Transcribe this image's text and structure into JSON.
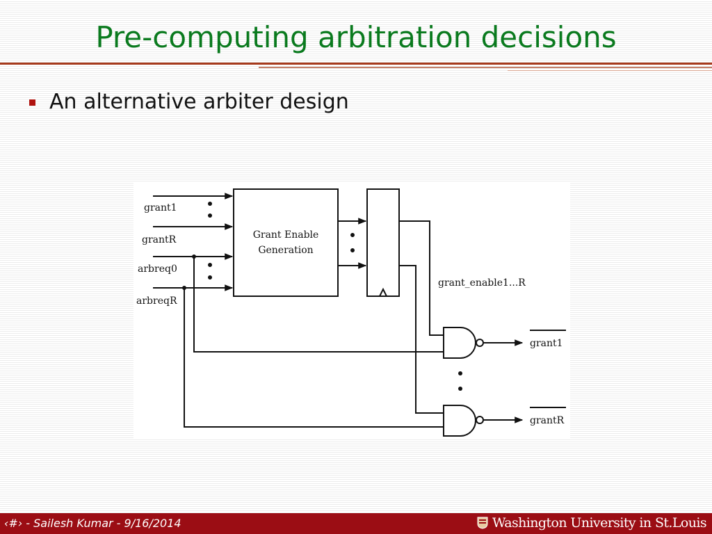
{
  "slide": {
    "title": "Pre-computing arbitration decisions",
    "bullets": [
      {
        "text": "An alternative arbiter design"
      }
    ]
  },
  "diagram": {
    "inputs": [
      "grant1",
      "grantR",
      "arbreq0",
      "arbreqR"
    ],
    "block_label_line1": "Grant Enable",
    "block_label_line2": "Generation",
    "bus_label": "grant_enable1...R",
    "outputs": [
      "grant1",
      "grantR"
    ]
  },
  "footer": {
    "left_text": "‹#› - Sailesh Kumar - 9/16/2014",
    "logo_text": "Washington University in St.Louis"
  },
  "colors": {
    "title": "#0a7a1e",
    "bullet_marker": "#b0140f",
    "footer_background": "#9b0d14",
    "rule": "#a63a1c"
  }
}
